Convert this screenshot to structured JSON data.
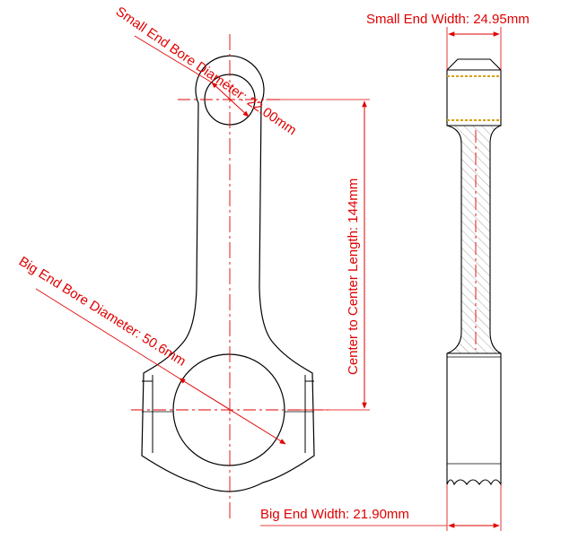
{
  "colors": {
    "outline": "#000000",
    "dimension": "#e00000",
    "centerline": "#e00000",
    "hatch": "#8a8a8a",
    "bearing": "#d4a017",
    "background": "#ffffff"
  },
  "labels": {
    "small_end_bore": "Small End Bore Diameter: 22.00mm",
    "big_end_bore": "Big End Bore Diameter: 50.6mm",
    "center_to_center": "Center to Center Length: 144mm",
    "small_end_width": "Small End Width: 24.95mm",
    "big_end_width": "Big End Width: 21.90mm"
  }
}
